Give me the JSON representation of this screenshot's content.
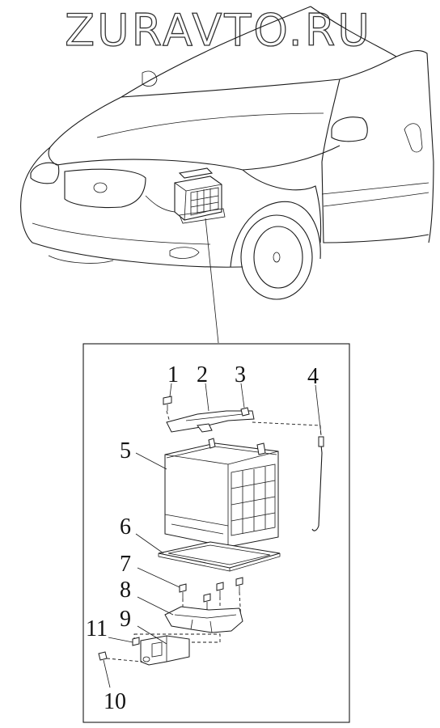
{
  "watermark": "ZURAVTO.RU",
  "callouts": [
    {
      "label": "1"
    },
    {
      "label": "2"
    },
    {
      "label": "3"
    },
    {
      "label": "4"
    },
    {
      "label": "5"
    },
    {
      "label": "6"
    },
    {
      "label": "7"
    },
    {
      "label": "8"
    },
    {
      "label": "9"
    },
    {
      "label": "11"
    },
    {
      "label": "10"
    }
  ]
}
